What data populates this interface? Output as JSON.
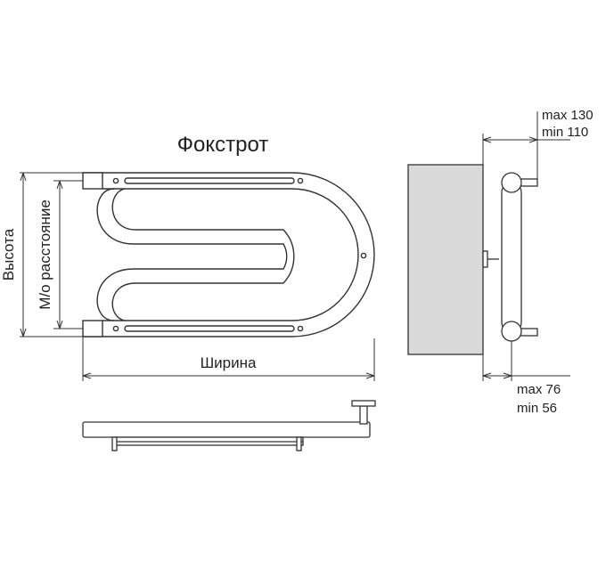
{
  "diagram": {
    "title": "Фокстрот",
    "labels": {
      "height": "Высота",
      "center_distance": "М/о расстояние",
      "width": "Ширина",
      "top_offset_max": "max 130",
      "top_offset_min": "min 110",
      "bottom_offset_max": "max 76",
      "bottom_offset_min": "min 56"
    },
    "colors": {
      "line": "#333333",
      "wall": "#dadada",
      "pipe_fill": "#ffffff",
      "text": "#222222"
    }
  }
}
